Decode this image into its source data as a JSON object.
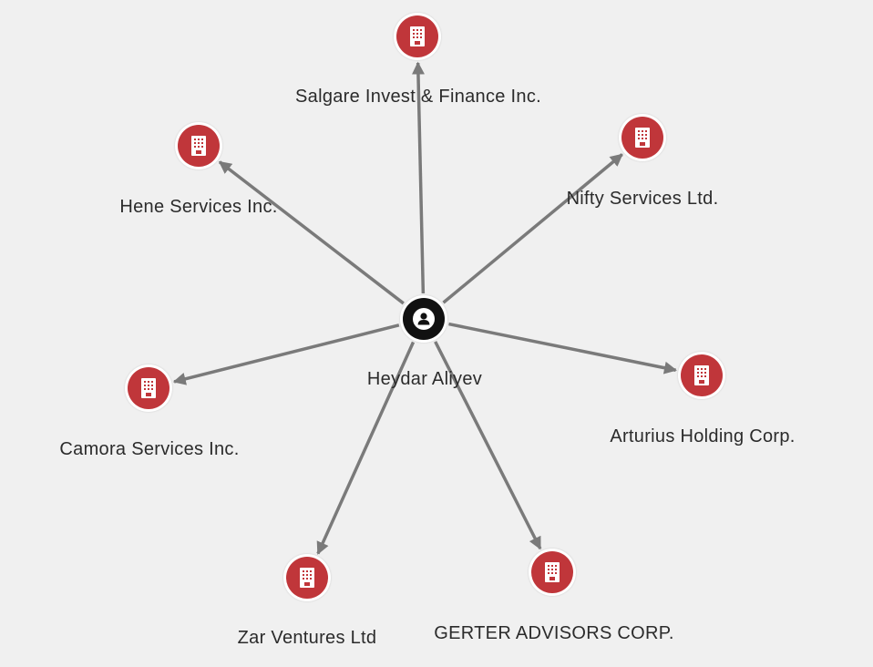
{
  "colors": {
    "background": "#f0f0f0",
    "company_node": "#c0363a",
    "person_node": "#111111",
    "edge": "#7a7a7a",
    "label_text": "#2b2b2b"
  },
  "center": {
    "id": "heydar",
    "label": "Heydar Aliyev",
    "type": "person",
    "icon": "person-icon"
  },
  "companies": [
    {
      "id": "salgare",
      "label": "Salgare Invest & Finance Inc.",
      "type": "company",
      "icon": "building-icon"
    },
    {
      "id": "hene",
      "label": "Hene Services Inc.",
      "type": "company",
      "icon": "building-icon"
    },
    {
      "id": "nifty",
      "label": "Nifty Services Ltd.",
      "type": "company",
      "icon": "building-icon"
    },
    {
      "id": "camora",
      "label": "Camora Services Inc.",
      "type": "company",
      "icon": "building-icon"
    },
    {
      "id": "arturius",
      "label": "Arturius Holding Corp.",
      "type": "company",
      "icon": "building-icon"
    },
    {
      "id": "zar",
      "label": "Zar Ventures Ltd",
      "type": "company",
      "icon": "building-icon"
    },
    {
      "id": "gerter",
      "label": "GERTER ADVISORS CORP.",
      "type": "company",
      "icon": "building-icon"
    }
  ],
  "edges": [
    {
      "from": "heydar",
      "to": "salgare"
    },
    {
      "from": "heydar",
      "to": "hene"
    },
    {
      "from": "heydar",
      "to": "nifty"
    },
    {
      "from": "heydar",
      "to": "camora"
    },
    {
      "from": "heydar",
      "to": "arturius"
    },
    {
      "from": "heydar",
      "to": "zar"
    },
    {
      "from": "heydar",
      "to": "gerter"
    }
  ]
}
